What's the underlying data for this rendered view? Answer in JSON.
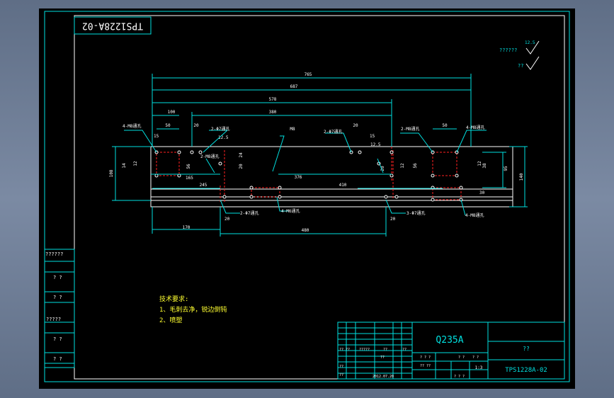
{
  "drawing": {
    "code_rotated": "TPS1228A-02",
    "roughness": [
      {
        "label": "??????",
        "value": "12.5"
      },
      {
        "label": "??",
        "value": ""
      }
    ],
    "dimensions": {
      "overall_length": "765",
      "d687": "687",
      "d578": "578",
      "d380": "380",
      "d100": "100",
      "d50_left": "50",
      "d50_right": "50",
      "d20_a": "20",
      "d20_b": "20",
      "d20_c": "20",
      "d20_d": "20",
      "d20_e": "20",
      "d15_left": "15",
      "d15_right": "15",
      "d12_5_a": "12.5",
      "d12_5_b": "12.5",
      "d14": "14",
      "d12_a": "12",
      "d12_b": "12",
      "d12_c": "12",
      "d56_left": "56",
      "d56_right": "56",
      "d24": "24",
      "d30": "30",
      "d20_f": "20",
      "d376": "376",
      "d245": "245",
      "d410": "410",
      "d165": "165",
      "d170": "170",
      "d480": "480",
      "d108": "108",
      "d95": "95",
      "d140": "140",
      "d38": "38",
      "center_mark": "M8"
    },
    "callouts": {
      "tl_holes": "4-M8通孔",
      "top_phi_left": "2-Φ7通孔",
      "top_phi_mid": "2-Φ7通孔",
      "mid_m8": "2-M8通孔",
      "tr_holes": "4-M8通孔",
      "inner_m8": "2-M8通孔",
      "bottom_phi": "2-Φ7通孔",
      "bottom_m6": "4-M6通孔",
      "bottom_right_phi": "3-Φ7通孔",
      "bottom_right_m8": "4-M8通孔"
    },
    "notes": {
      "heading": "技术要求:",
      "line1": "1、毛刺去净，锐边倒钝",
      "line2": "2、喷塑"
    }
  },
  "left_strip": [
    "??????",
    "? ?",
    "? ?",
    "?????",
    "? ?",
    "? ?"
  ],
  "title_block": {
    "material": "Q235A",
    "company": "??",
    "drawing_no": "TPS1228A-02",
    "scale": "1:3",
    "date": "2012.07.20",
    "row_labels": [
      "?? ??",
      "?????",
      "??",
      "??",
      "??",
      "? ? ?",
      "? ?",
      "? ?",
      "?? ??",
      "??",
      "??",
      "? ? ?"
    ]
  }
}
